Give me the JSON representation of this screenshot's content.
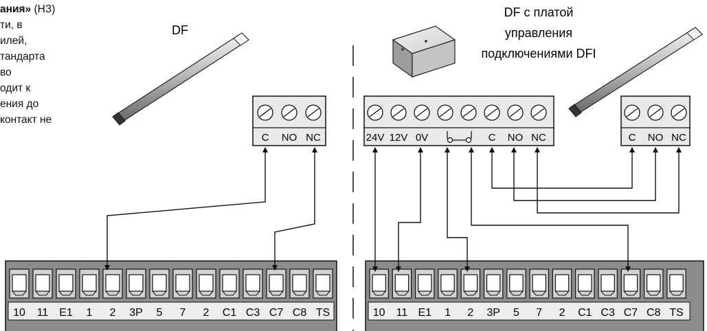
{
  "side_text": {
    "first_line_bold": "ания»",
    "first_line_rest": " (НЗ)",
    "lines": [
      "ти, в",
      "илей,",
      "тандарта",
      "во",
      "одит к",
      "ения до",
      "контакт не"
    ]
  },
  "left": {
    "sensor_label": "DF",
    "terminal_block": {
      "labels": [
        "C",
        "NO",
        "NC"
      ]
    },
    "board": {
      "labels": [
        "10",
        "11",
        "E1",
        "1",
        "2",
        "3P",
        "5",
        "7",
        "2",
        "C1",
        "C3",
        "C7",
        "C8",
        "TS"
      ]
    }
  },
  "right": {
    "module_label_lines": [
      "DF с платой",
      "управления",
      "подключениями DFI"
    ],
    "module_terminals": {
      "labels": [
        "24V",
        "12V",
        "0V",
        "",
        "",
        "C",
        "NO",
        "NC"
      ]
    },
    "sensor_terminal_block": {
      "labels": [
        "C",
        "NO",
        "NC"
      ]
    },
    "board": {
      "labels": [
        "10",
        "11",
        "E1",
        "1",
        "2",
        "3P",
        "5",
        "7",
        "2",
        "C1",
        "C3",
        "C7",
        "C8",
        "TS"
      ]
    }
  }
}
